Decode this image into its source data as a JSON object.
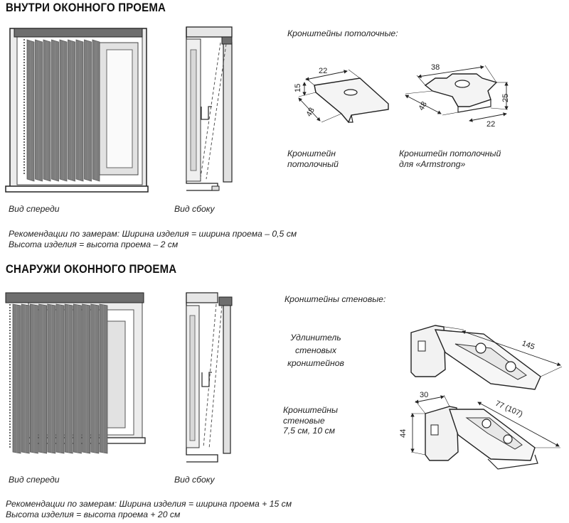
{
  "top_section": {
    "title": "ВНУТРИ ОКОННОГО ПРОЕМА",
    "front_caption": "Вид спереди",
    "side_caption": "Вид сбоку",
    "brackets_title": "Кронштейны потолочные:",
    "bracket_1_label_line1": "Кронштейн",
    "bracket_1_label_line2": "потолочный",
    "bracket_2_label_line1": "Кронштейн потолочный",
    "bracket_2_label_line2": "для «Armstrong»",
    "bracket_1_dims": [
      "22",
      "15",
      "48"
    ],
    "bracket_2_dims": [
      "38",
      "48",
      "25",
      "22"
    ],
    "recommendation_line1": "Рекомендации по замерам: Ширина изделия = ширина проема – 0,5 см",
    "recommendation_line2": "Высота изделия = высота проема – 2 см"
  },
  "bottom_section": {
    "title": "СНАРУЖИ ОКОННОГО ПРОЕМА",
    "front_caption": "Вид спереди",
    "side_caption": "Вид сбоку",
    "brackets_title": "Кронштейны стеновые:",
    "extender_label_line1": "Удлинитель",
    "extender_label_line2": "стеновых",
    "extender_label_line3": "кронштейнов",
    "extender_dim": "145",
    "wall_label_line1": "Кронштейны",
    "wall_label_line2": "стеновые",
    "wall_label_line3": "7,5 см, 10 см",
    "wall_dims": [
      "30",
      "77 (107)",
      "44"
    ],
    "recommendation_line1": "Рекомендации по замерам: Ширина изделия = ширина проема + 15 см",
    "recommendation_line2": "Высота изделия = высота проема + 20 см"
  },
  "colors": {
    "slat": "#7d7d7d",
    "slat_edge": "#5a5a5a",
    "rail": "#6e6e6e",
    "frame": "#d8d8d8",
    "line": "#222222"
  }
}
